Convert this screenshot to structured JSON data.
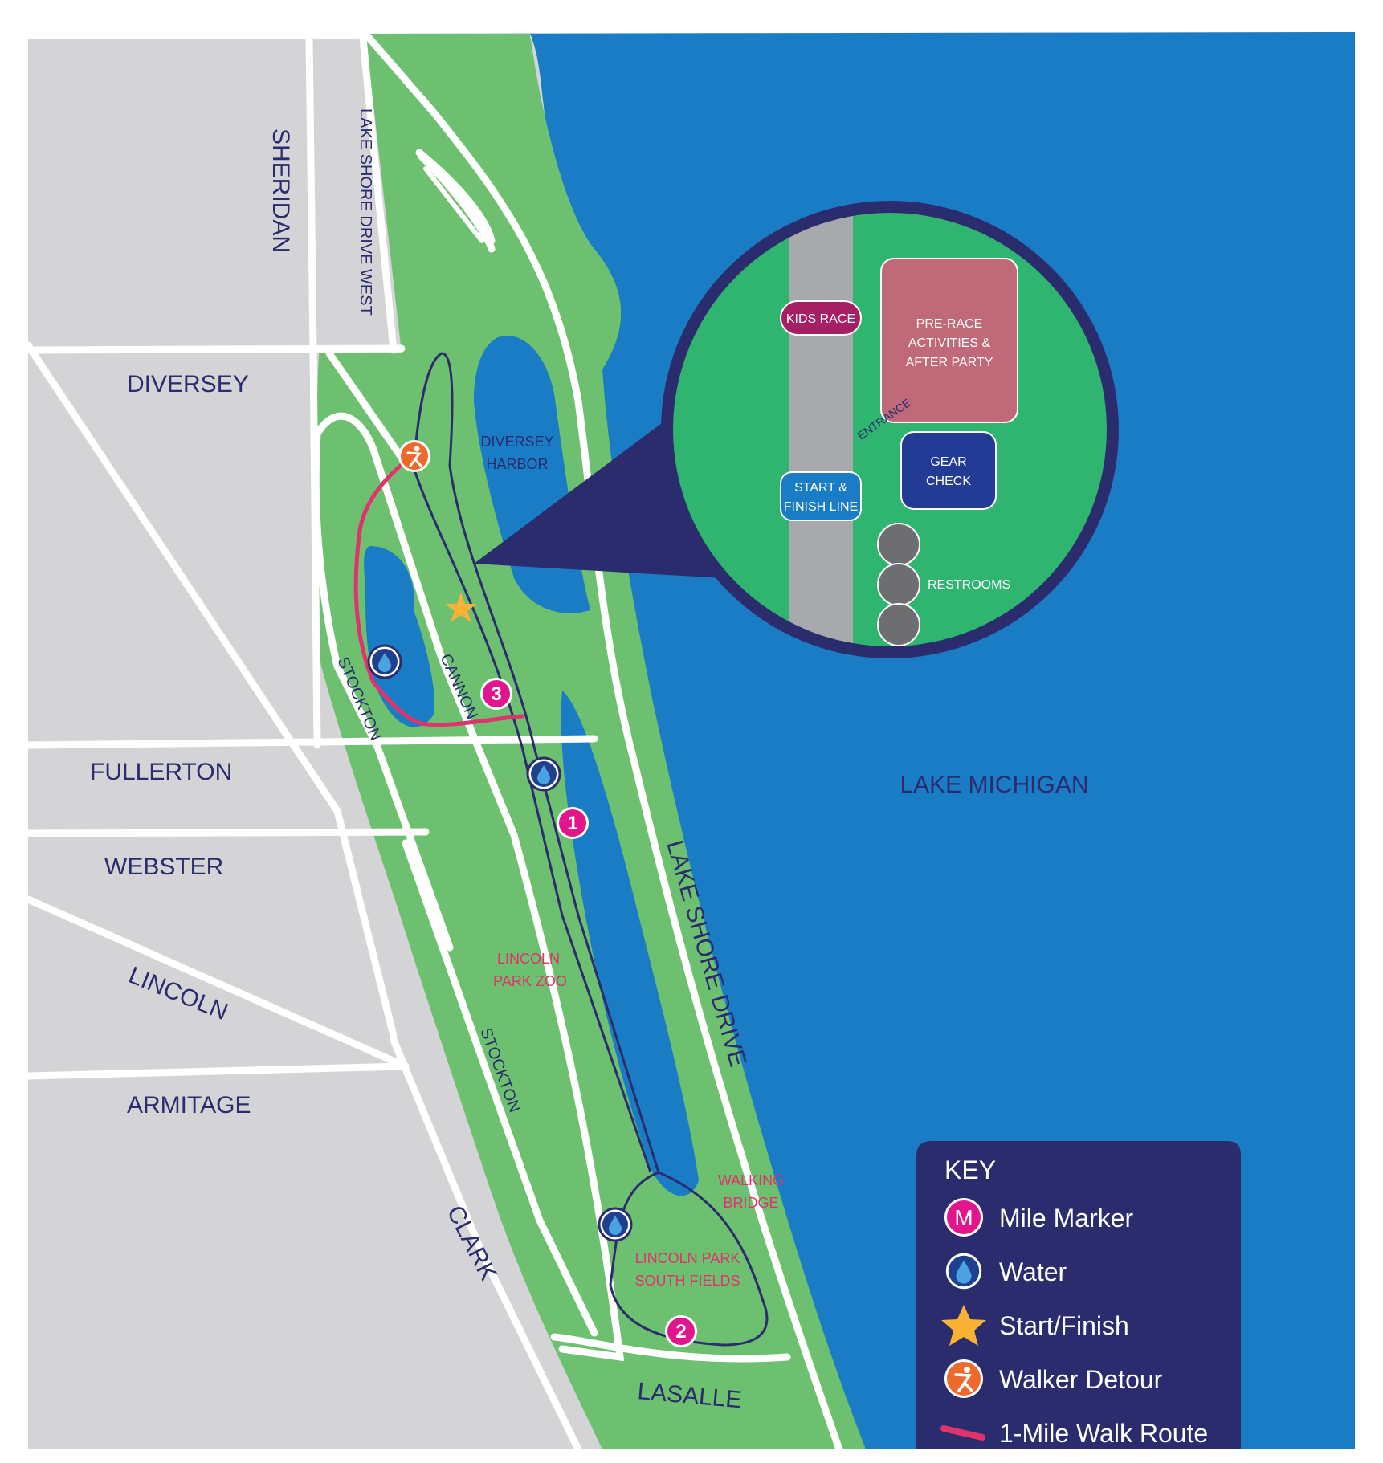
{
  "colors": {
    "lake": "#1a7cc4",
    "park": "#6cc070",
    "inset_green": "#2fb570",
    "city": "#d4d4d6",
    "road": "#ffffff",
    "route": "#2b2c6e",
    "walk_route": "#e0336e",
    "mile_marker": "#e3158c",
    "water": "#1f3f8f",
    "star": "#f9b233",
    "detour": "#ee6a2c",
    "key_bg": "#2b2c6e"
  },
  "streets": {
    "sheridan": "SHERIDAN",
    "lake_shore_drive_west": "LAKE SHORE DRIVE WEST",
    "diversey": "DIVERSEY",
    "fullerton": "FULLERTON",
    "webster": "WEBSTER",
    "lincoln": "LINCOLN",
    "armitage": "ARMITAGE",
    "clark": "CLARK",
    "lasalle": "LASALLE",
    "stockton_north": "STOCKTON",
    "stockton_south": "STOCKTON",
    "cannon": "CANNON",
    "lake_shore_drive": "LAKE SHORE DRIVE"
  },
  "places": {
    "diversey_harbor_line1": "DIVERSEY",
    "diversey_harbor_line2": "HARBOR",
    "zoo_line1": "LINCOLN",
    "zoo_line2": "PARK ZOO",
    "bridge_line1": "WALKING",
    "bridge_line2": "BRIDGE",
    "fields_line1": "LINCOLN PARK",
    "fields_line2": "SOUTH FIELDS",
    "lake_michigan": "LAKE MICHIGAN"
  },
  "inset": {
    "kids_race": "KIDS RACE",
    "pre_race_line1": "PRE-RACE",
    "pre_race_line2": "ACTIVITIES &",
    "pre_race_line3": "AFTER PARTY",
    "entrance": "ENTRANCE",
    "gear_line1": "GEAR",
    "gear_line2": "CHECK",
    "start_line1": "START &",
    "start_line2": "FINISH LINE",
    "restrooms": "RESTROOMS"
  },
  "mile_markers": [
    "1",
    "2",
    "3"
  ],
  "key": {
    "title": "KEY",
    "items": [
      {
        "icon": "mile-marker-icon",
        "symbol": "M",
        "label": "Mile Marker"
      },
      {
        "icon": "water-icon",
        "label": "Water"
      },
      {
        "icon": "star-icon",
        "label": "Start/Finish"
      },
      {
        "icon": "walker-detour-icon",
        "label": "Walker Detour"
      },
      {
        "icon": "walk-route-line-icon",
        "label": "1-Mile Walk Route"
      }
    ]
  }
}
